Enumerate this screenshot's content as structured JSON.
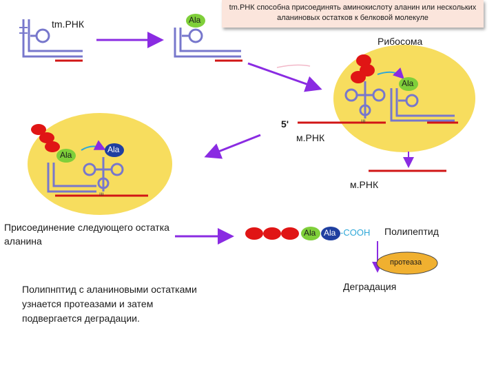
{
  "callout": "tm.РНК способна присоединять аминокислоту аланин или нескольких аланиновых остатков к белковой молекуле",
  "labels": {
    "tmrna": "tm.РНК",
    "ribosome": "Рибосома",
    "five_prime": "5'",
    "mrna_top": "м.РНК",
    "mrna_right": "м.РНК",
    "addition": "Присоединение следующего остатка аланина",
    "polypeptide": "Полипептид",
    "protease": "протеаза",
    "degradation": "Деградация",
    "recognition": "Полипнптид с аланиновыми остатками узнается протеазами и затем подвергается деградации.",
    "ala": "Ala",
    "cooh": "-COOH"
  },
  "colors": {
    "ribosome": "#f7dd5e",
    "trna": "#7777cc",
    "mrna": "#d11515",
    "bead": "#e01515",
    "ala_green": "#7fcf3a",
    "ala_blue": "#1f3fa0",
    "arrow": "#8a2be2",
    "protease": "#f0b030",
    "cooh": "#2fa8d8"
  }
}
